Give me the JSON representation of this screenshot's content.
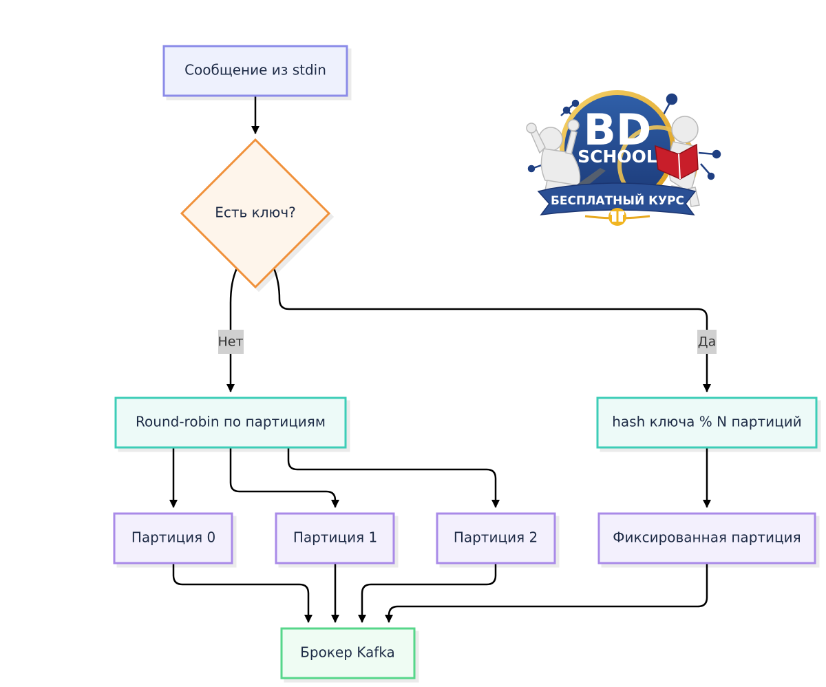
{
  "nodes": {
    "stdin_message": "Сообщение из stdin",
    "has_key": "Есть ключ?",
    "round_robin": "Round-robin по партициям",
    "hash_key": "hash ключа % N партиций",
    "partition_0": "Партиция 0",
    "partition_1": "Партиция 1",
    "partition_2": "Партиция 2",
    "fixed_partition": "Фиксированная партиция",
    "kafka_broker": "Брокер Kafka"
  },
  "edges": {
    "no_label": "Нет",
    "yes_label": "Да"
  },
  "logo": {
    "big": "BD",
    "small": "SCHOOL",
    "ribbon": "БЕСПЛАТНЫЙ КУРС"
  },
  "colors": {
    "blue_border": "#8b8be8",
    "blue_fill": "#eef1fd",
    "orange_border": "#f0913a",
    "orange_fill": "#fef5eb",
    "teal_border": "#3ccdb7",
    "teal_fill": "#edfaf8",
    "purple_border": "#a98ae8",
    "purple_fill": "#f3f0fd",
    "green_border": "#57d68a",
    "green_fill": "#effcf3",
    "edge": "#000000",
    "label_bg": "#d0d0d0"
  }
}
